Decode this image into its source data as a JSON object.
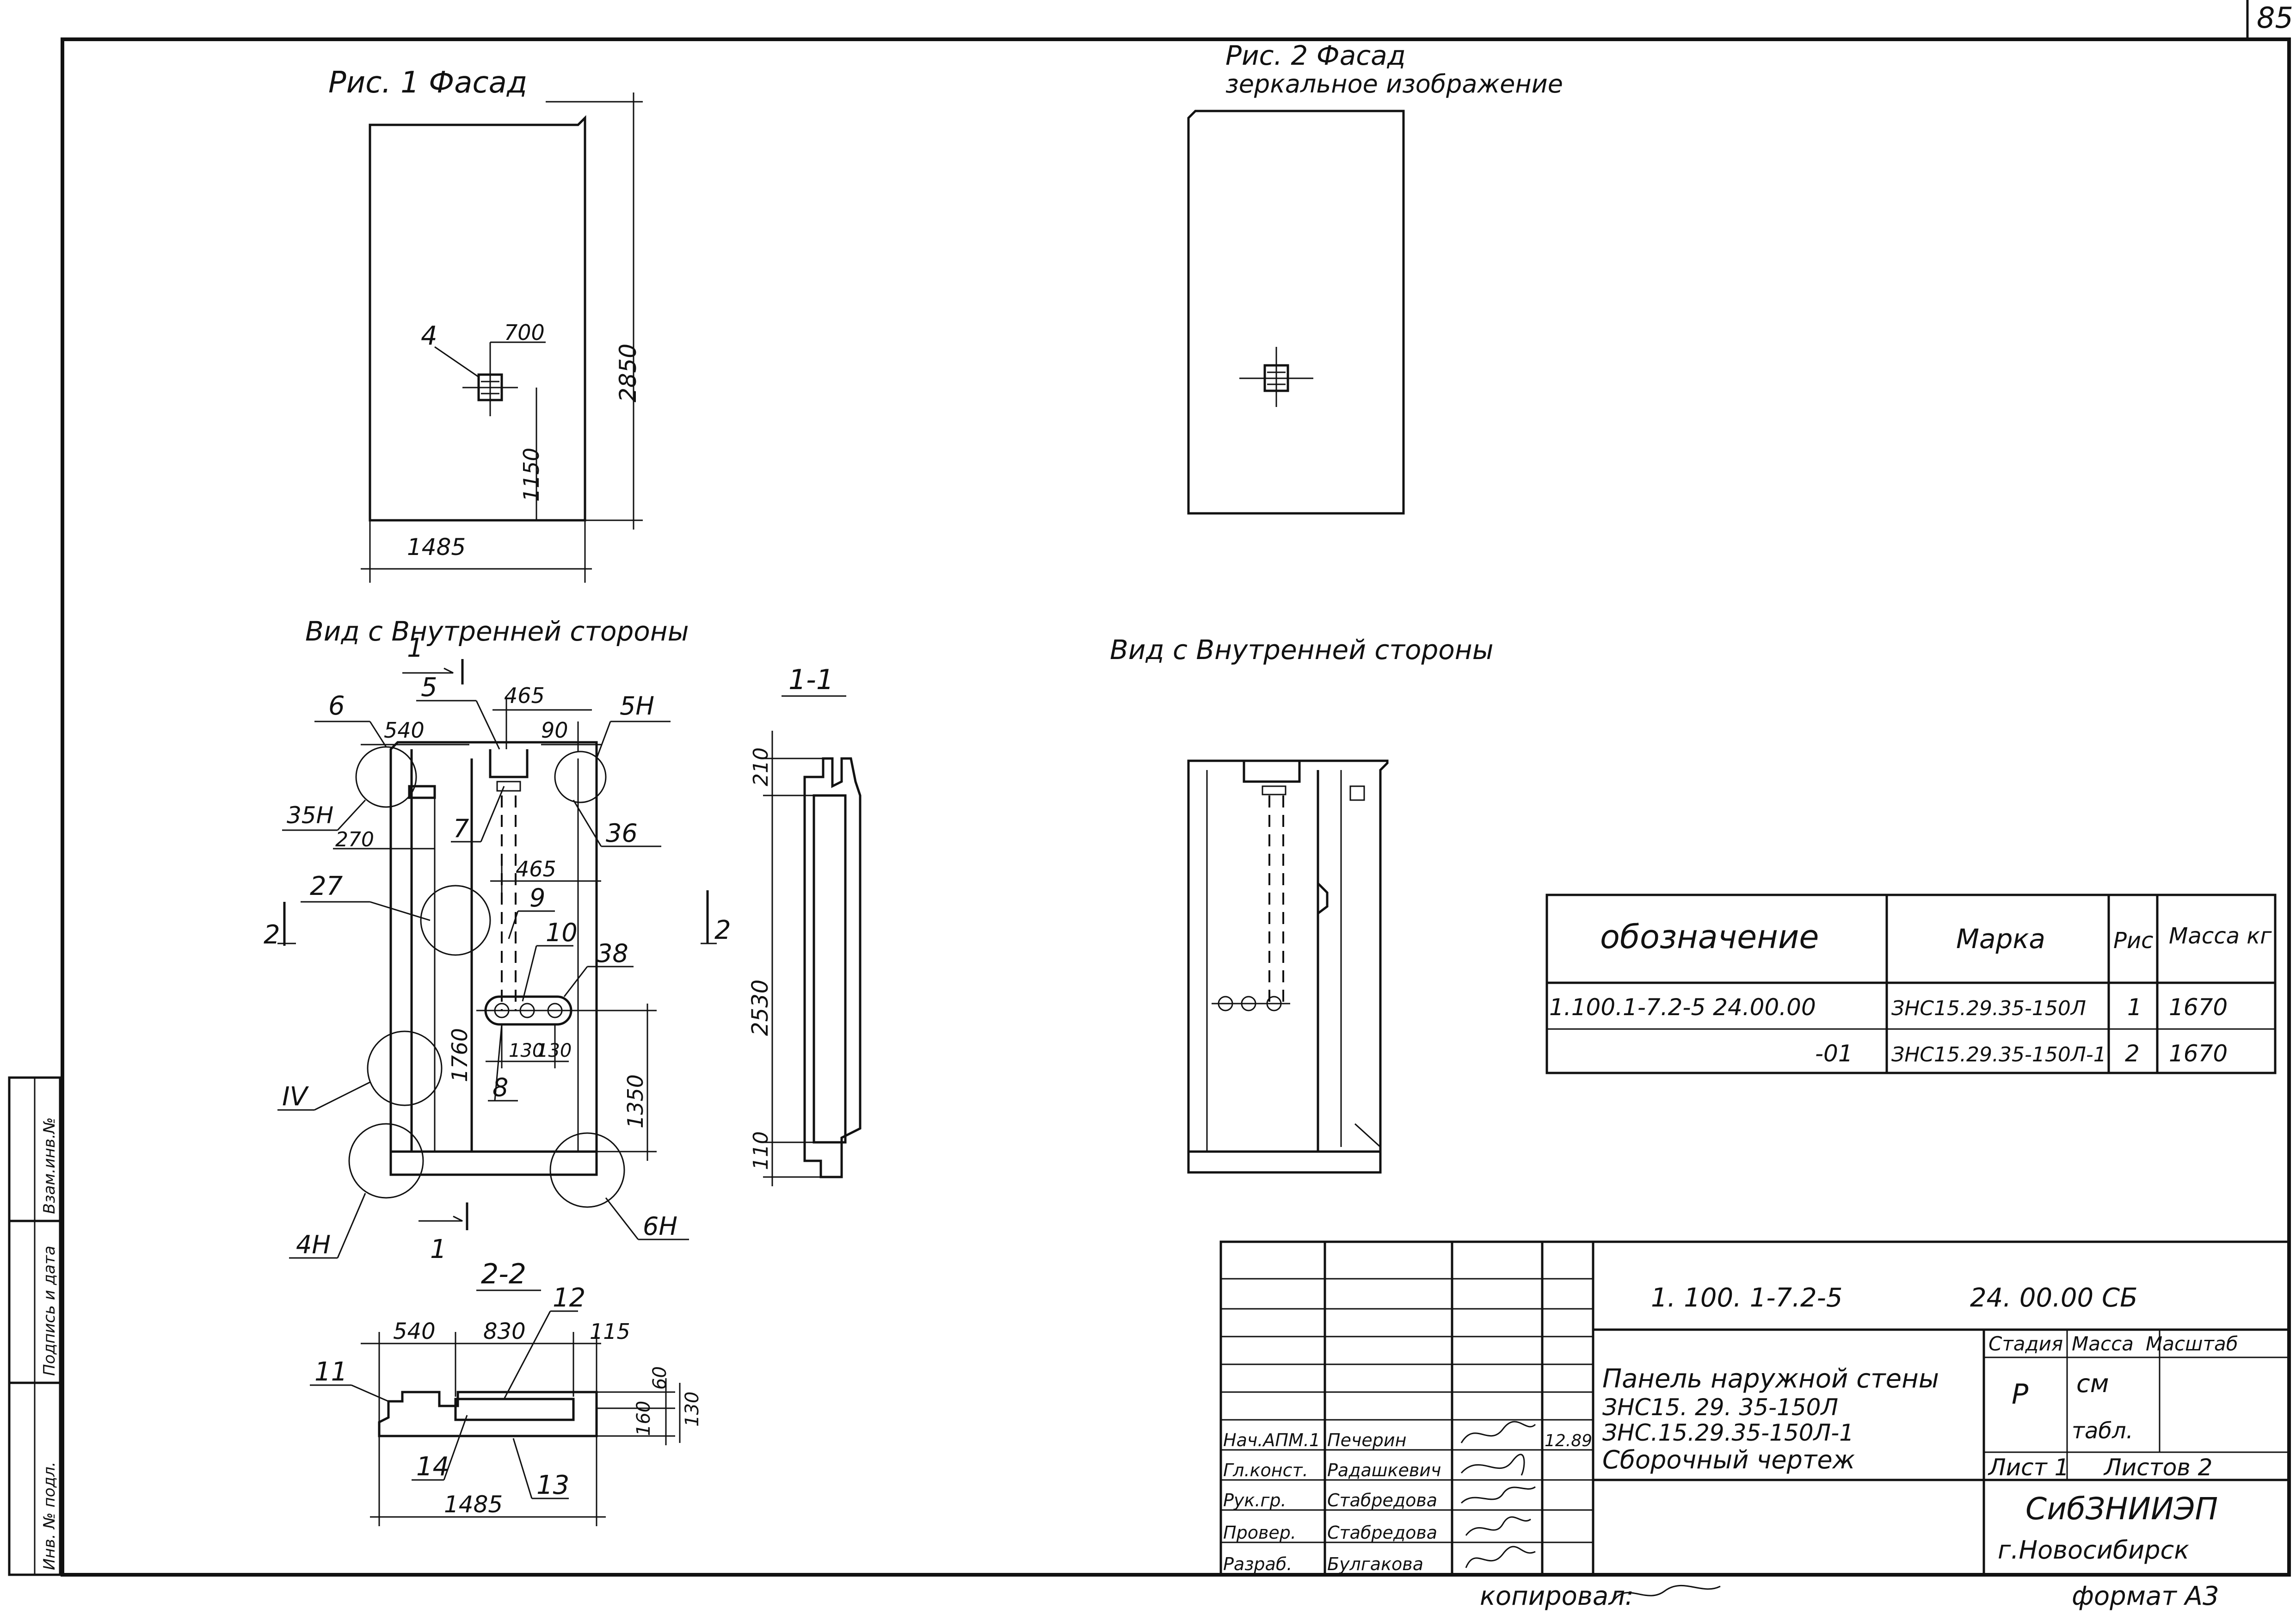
{
  "page_number": "85",
  "fig1": {
    "title": "Рис. 1  Фасад",
    "dim_height": "2850",
    "dim_width": "1485",
    "dim_offset_x": "700",
    "dim_offset_y": "1150",
    "callout": "4"
  },
  "fig2": {
    "title": "Рис. 2  Фасад",
    "subtitle": "зеркальное изображение"
  },
  "inner_view_left": {
    "title": "Вид с Внутренней стороны",
    "labels": {
      "l1_top": "1",
      "l5": "5",
      "l6": "6",
      "l35h": "35Н",
      "l5h": "5Н",
      "l7": "7",
      "l36": "36",
      "l27": "27",
      "l9": "9",
      "l10": "10",
      "l38": "38",
      "l8": "8",
      "lIV": "IV",
      "l4h": "4Н",
      "l6h": "6Н",
      "l1_bot": "1",
      "l2_left": "2",
      "l2_right": "2"
    },
    "dims": {
      "d465_top": "465",
      "d540": "540",
      "d90": "90",
      "d270": "270",
      "d465_mid": "465",
      "d130a": "130",
      "d130b": "130",
      "d1760": "1760",
      "d1350": "1350"
    }
  },
  "section_1_1": {
    "title": "1-1",
    "dim_210": "210",
    "dim_2530": "2530",
    "dim_110": "110"
  },
  "section_2_2": {
    "title": "2-2",
    "labels": {
      "l11": "11",
      "l12": "12",
      "l13": "13",
      "l14": "14"
    },
    "dims": {
      "d540": "540",
      "d830": "830",
      "d115": "115",
      "d60": "60",
      "d160": "160",
      "d130": "130",
      "d1485": "1485"
    }
  },
  "inner_view_right": {
    "title": "Вид с Внутренней   стороны"
  },
  "spec_table": {
    "headers": [
      "обозначение",
      "Марка",
      "Рис",
      "Масса кг"
    ],
    "rows": [
      [
        "1.100.1-7.2-5   24.00.00",
        "ЗНС15.29.35-150Л",
        "1",
        "1670"
      ],
      [
        "-01",
        "ЗНС15.29.35-150Л-1",
        "2",
        "1670"
      ]
    ]
  },
  "title_block": {
    "doc_code": "1. 100. 1-7.2-5",
    "doc_number": "24. 00.00 СБ",
    "description_lines": [
      "Панель наружной  стены",
      "ЗНС15. 29. 35-150Л",
      "ЗНС.15.29.35-150Л-1",
      "Сборочный   чертеж"
    ],
    "stage_header": "Стадия",
    "mass_header": "Масса",
    "scale_header": "Масштаб",
    "stage_value": "Р",
    "mass_value_1": "см",
    "mass_value_2": "табл.",
    "sheet_label": "Лист 1",
    "sheets_label": "Листов 2",
    "org_line1": "СибЗНИИЭП",
    "org_line2": "г.Новосибирск",
    "date": "12.89",
    "roles": [
      {
        "role": "Нач.АПМ.1",
        "name": "Печерин"
      },
      {
        "role": "Гл.конст.",
        "name": "Радашкевич"
      },
      {
        "role": "Рук.гр.",
        "name": "Стабредова"
      },
      {
        "role": "Провер.",
        "name": "Стабредова"
      },
      {
        "role": "Разраб.",
        "name": "Булгакова"
      }
    ]
  },
  "copied_by": "копировал:",
  "format": "формат А3",
  "side_stamp": [
    "Инв. № подл.",
    "Подпись и дата",
    "Взам.инв.№"
  ]
}
